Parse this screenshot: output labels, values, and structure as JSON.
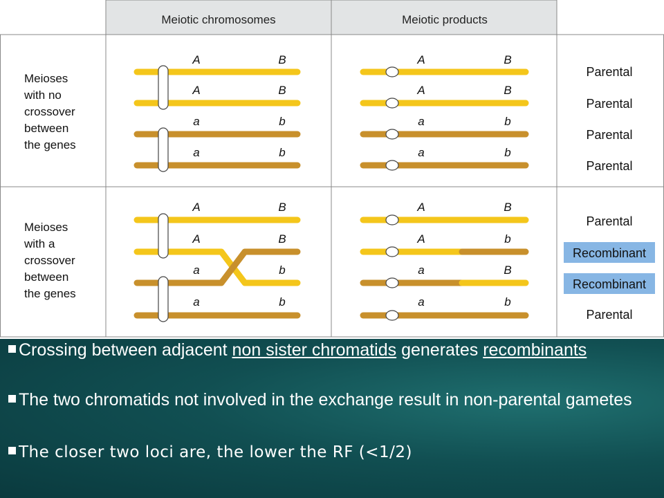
{
  "headers": {
    "chromosomes": "Meiotic chromosomes",
    "products": "Meiotic products"
  },
  "rows": {
    "no_crossover": {
      "label_lines": [
        "Meioses",
        "with no",
        "crossover",
        "between",
        "the genes"
      ]
    },
    "crossover": {
      "label_lines": [
        "Meioses",
        "with a",
        "crossover",
        "between",
        "the genes"
      ]
    }
  },
  "alleles": {
    "no_crossover_chromosomes": [
      [
        "A",
        "B"
      ],
      [
        "A",
        "B"
      ],
      [
        "a",
        "b"
      ],
      [
        "a",
        "b"
      ]
    ],
    "no_crossover_products": [
      [
        "A",
        "B"
      ],
      [
        "A",
        "B"
      ],
      [
        "a",
        "b"
      ],
      [
        "a",
        "b"
      ]
    ],
    "crossover_chromosomes": [
      [
        "A",
        "B"
      ],
      [
        "A",
        "B"
      ],
      [
        "a",
        "b"
      ],
      [
        "a",
        "b"
      ]
    ],
    "crossover_products": [
      [
        "A",
        "B"
      ],
      [
        "A",
        "b"
      ],
      [
        "a",
        "B"
      ],
      [
        "a",
        "b"
      ]
    ]
  },
  "results": {
    "no_crossover": [
      "Parental",
      "Parental",
      "Parental",
      "Parental"
    ],
    "crossover": [
      "Parental",
      "Recombinant",
      "Recombinant",
      "Parental"
    ]
  },
  "colors": {
    "dominant": "#f4c61b",
    "recessive": "#c8902c",
    "header_bg": "#e2e4e5",
    "recombinant_bg": "#87b6e4",
    "slide_bg": "#114f52"
  },
  "bullets": {
    "b1": {
      "pre": "Crossing between adjacent ",
      "u1": "non sister chromatids",
      "mid": " generates ",
      "u2": "recombinants"
    },
    "b2": "The two chromatids not involved in the exchange result in non-parental gametes",
    "b3": "The closer two loci are, the lower the RF (<1/2)"
  }
}
